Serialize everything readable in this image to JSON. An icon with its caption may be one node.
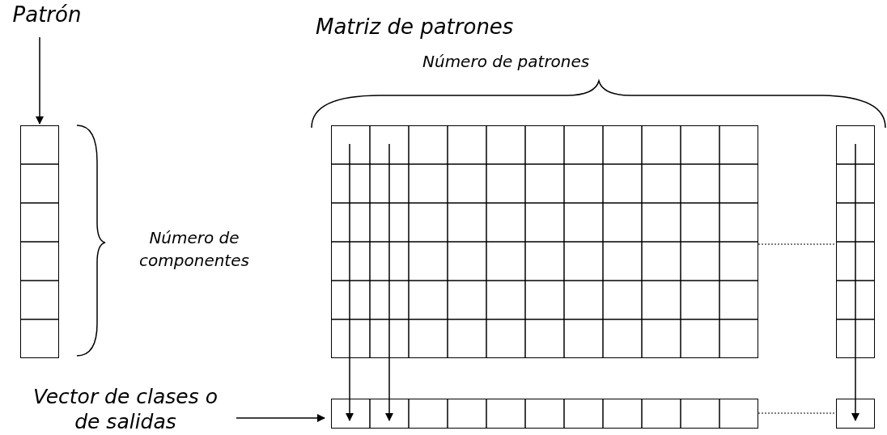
{
  "diagram": {
    "nodes": [
      {
        "text": [
          "Patrón"
        ]
      },
      {
        "text": [],
        "shape": "box"
      },
      {
        "text": [],
        "shape": "box"
      },
      {
        "text": [],
        "shape": "box"
      },
      {
        "text": [
          "Vector de clases o de salidas"
        ]
      },
      {
        "text": [],
        "shape": "box"
      },
      {
        "text": [],
        "shape": "box"
      }
    ],
    "edges": [
      {
        "from": 0,
        "to": 1,
        "arrow": "to"
      },
      {
        "from": 2,
        "to": 3,
        "arrow": "none",
        "style": "dashed"
      },
      {
        "from": 2,
        "to": 5,
        "arrow": "to"
      },
      {
        "from": 2,
        "to": 5,
        "arrow": "to"
      },
      {
        "from": 3,
        "to": 6,
        "arrow": "to"
      },
      {
        "from": 4,
        "to": 5,
        "arrow": "to"
      },
      {
        "from": 5,
        "to": 6,
        "arrow": "none",
        "style": "dashed"
      }
    ],
    "labels": [
      "Matriz de patrones",
      "Número de patrones",
      "Número de componentes"
    ]
  }
}
